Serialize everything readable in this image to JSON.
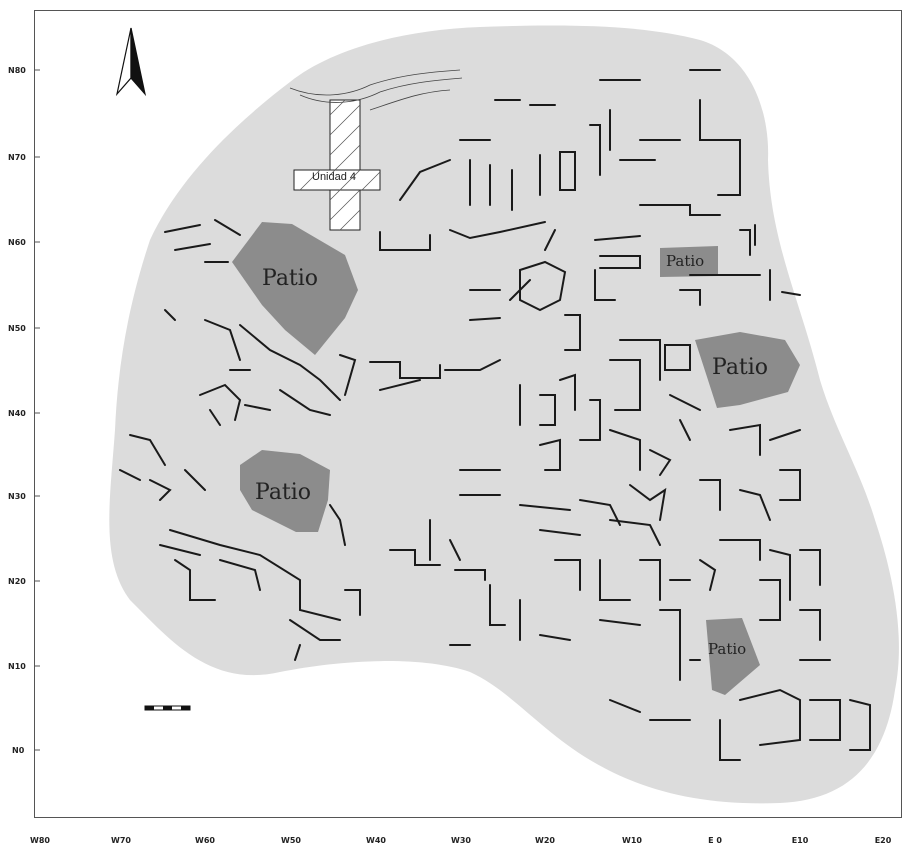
{
  "north_arrow": {
    "icon": "north-arrow-icon"
  },
  "scale_bar": {
    "icon": "scale-bar-icon"
  },
  "y_axis_labels": [
    "N80",
    "N70",
    "N60",
    "N50",
    "N40",
    "N30",
    "N20",
    "N10",
    "N0"
  ],
  "x_axis_labels": [
    "W80",
    "W70",
    "W60",
    "W50",
    "W40",
    "W30",
    "W20",
    "W10",
    "E 0",
    "E10",
    "E20"
  ],
  "patio_labels": [
    "Patio",
    "Patio",
    "Patio",
    "Patio",
    "Patio"
  ],
  "unit_label": "Unidad 4",
  "colors": {
    "site_area": "#dcdcdc",
    "patio_fill": "#8c8c8c",
    "unit_fill": "#ffffff",
    "frame": "#555555",
    "structures": "#1a1a1a"
  }
}
